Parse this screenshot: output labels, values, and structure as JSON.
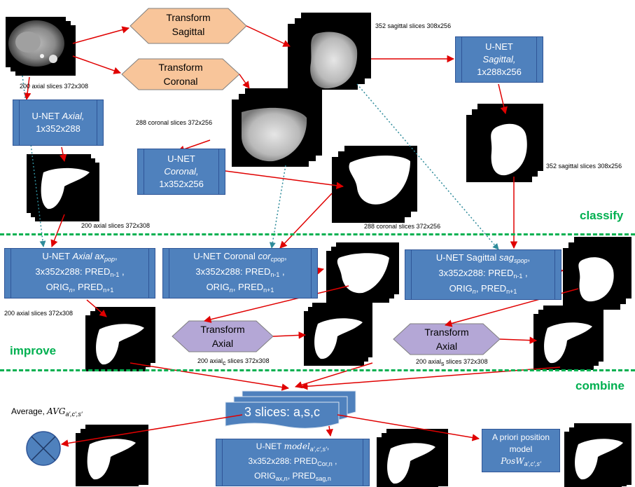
{
  "sections": {
    "classify": "classify",
    "improve": "improve",
    "combine": "combine"
  },
  "transforms": {
    "sagittal": [
      "Transform",
      "Sagittal"
    ],
    "coronal": [
      "Transform",
      "Coronal"
    ],
    "axial_1": [
      "Transform",
      "Axial"
    ],
    "axial_2": [
      "Transform",
      "Axial"
    ]
  },
  "captions": {
    "axial_input": "200 axial  slices 372x308",
    "sagittal_input": "352 sagittal slices 308x256",
    "coronal_input": "288 coronal slices 372x256",
    "sagittal_pred": "352 sagittal slices 308x256",
    "axial_pred": "200 axial slices 372x308",
    "coronal_pred": "288 coronal slices 372x256",
    "axial_improve": "200 axial slices 372x308",
    "axial_c": "200 axial",
    "axial_c_sub": "c",
    "axial_c_rest": " slices 372x308",
    "axial_s": "200 axial",
    "axial_s_sub": "s",
    "axial_s_rest": " slices 372x308"
  },
  "unet_classify": {
    "axial": {
      "l1": "U-NET ",
      "l1_it": "Axial,",
      "l2": "1x352x288"
    },
    "coronal": {
      "l1": "U-NET",
      "l2": "Coronal,",
      "l3": "1x352x256"
    },
    "sagittal": {
      "l1": "U-NET",
      "l2": "Sagittal,",
      "l3": "1x288x256"
    }
  },
  "unet_improve": {
    "axial": {
      "a": "U-NET ",
      "b": "Axial ",
      "c": "ax",
      "c_sub": "pop",
      "d": ",",
      "l2": "3x352x288: PRED",
      "l2_sub": "n-1",
      "l2_end": " ,",
      "l3": "ORIG",
      "l3_sub": "n",
      "l3_mid": ", PRED",
      "l3_sub2": "n+1"
    },
    "coronal": {
      "a": "U-NET Coronal ",
      "c": "cor",
      "c_sub": "cpop",
      "d": ",",
      "l2": "3x352x288: PRED",
      "l2_sub": "n-1",
      "l2_end": " ,",
      "l3": "ORIG",
      "l3_sub": "n",
      "l3_mid": ", PRED",
      "l3_sub2": "n+1"
    },
    "sagittal": {
      "a": "U-NET Sagittal ",
      "c": "sag",
      "c_sub": "spop",
      "d": ",",
      "l2": "3x352x288: PRED",
      "l2_sub": "n-1",
      "l2_end": " ,",
      "l3": "ORIG",
      "l3_sub": "n",
      "l3_mid": ", PRED",
      "l3_sub2": "n+1"
    }
  },
  "combine": {
    "slices": "3 slices: a,s,c",
    "average": "Average, ",
    "average_sym": "AVG",
    "average_sub": "a′,c′,s′",
    "model_a": "U-NET ",
    "model_b": "model",
    "model_sub": "a′,c′,s′",
    "model_c": ",",
    "model_l2": "3x352x288: PRED",
    "model_l2_sub": "Cor,n",
    "model_l2_end": " ,",
    "model_l3": "ORIG",
    "model_l3_sub": "ax,n",
    "model_l3_mid": ", PRED",
    "model_l3_sub2": "sag,n",
    "prior_l1": "A priori position",
    "prior_l2": "model",
    "prior_sym": "PosW",
    "prior_sub": "a′,c′,s′"
  },
  "colors": {
    "unet_fill": "#4f81bd",
    "transform_orange": "#f8c59a",
    "transform_purple": "#b4a7d6",
    "arrow_red": "#e00000",
    "dotted_teal": "#2e8b9a",
    "section_green": "#00b050"
  }
}
